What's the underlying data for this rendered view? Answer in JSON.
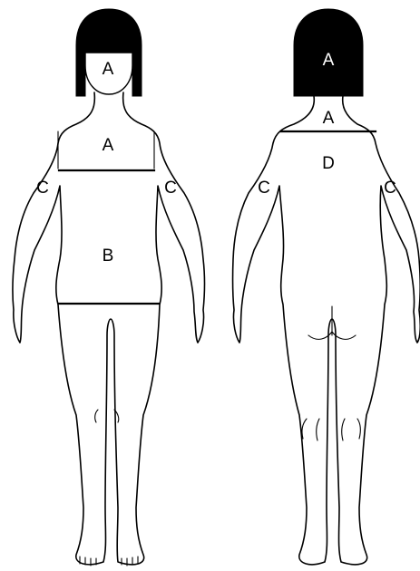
{
  "front": {
    "head_label": "A",
    "chest_label": "A",
    "abdomen_label": "B",
    "left_arm_label": "C",
    "right_arm_label": "C"
  },
  "back": {
    "head_label": "A",
    "neck_label": "A",
    "back_label": "D",
    "left_arm_label": "C",
    "right_arm_label": "C"
  },
  "colors": {
    "line": "#000000",
    "hair": "#000000",
    "background": "#ffffff"
  }
}
